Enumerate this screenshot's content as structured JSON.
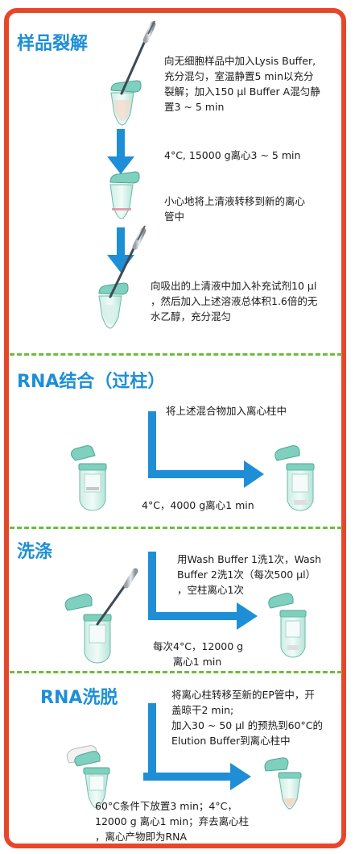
{
  "colors": {
    "border": "#e8462a",
    "title": "#1e8fd6",
    "arrow": "#1e8fd6",
    "divider": "#6cbd3a",
    "tube": "#7fd0be"
  },
  "sections": [
    {
      "title": "样品裂解",
      "steps": [
        {
          "lines": [
            "向无细胞样品中加入Lysis Buffer,",
            "充分混匀，室温静置5 min以充分",
            "裂解；加入150 μl Buffer A混匀静",
            "置3 ~ 5 min"
          ]
        },
        {
          "lines": [
            "4°C, 15000 g离心3 ~ 5 min"
          ]
        },
        {
          "lines": [
            "小心地将上清液转移到新的离心",
            "管中"
          ]
        },
        {
          "lines": [
            "向吸出的上清液中加入补充试剂10 μl",
            "，然后加入上述溶液总体积1.6倍的无",
            "水乙醇，充分混匀"
          ]
        }
      ]
    },
    {
      "title": "RNA结合（过柱）",
      "steps": [
        {
          "lines": [
            "将上述混合物加入离心柱中"
          ]
        },
        {
          "lines": [
            "4°C，4000 g离心1 min"
          ]
        }
      ]
    },
    {
      "title": "洗涤",
      "steps": [
        {
          "lines": [
            "用Wash Buffer 1洗1次，Wash",
            "Buffer 2洗1次（每次500 μl）",
            "，空柱离心1次"
          ]
        },
        {
          "lines": [
            "每次4°C，12000 g",
            "离心1 min"
          ]
        }
      ]
    },
    {
      "title": "RNA洗脱",
      "steps": [
        {
          "lines": [
            "将离心柱转移至新的EP管中，开",
            "盖晾干2 min;",
            "加入30 ~ 50 μl 的预热到60°C的",
            "Elution Buffer到离心柱中"
          ]
        },
        {
          "lines": [
            "60°C条件下放置3 min；4°C，",
            "12000 g 离心1 min；弃去离心柱",
            "，离心产物即为RNA"
          ]
        }
      ]
    }
  ],
  "icons": [
    "pipette-tube-icon",
    "microcentrifuge-tube-icon",
    "spin-column-icon",
    "arrow-down-icon",
    "arrow-right-icon"
  ]
}
